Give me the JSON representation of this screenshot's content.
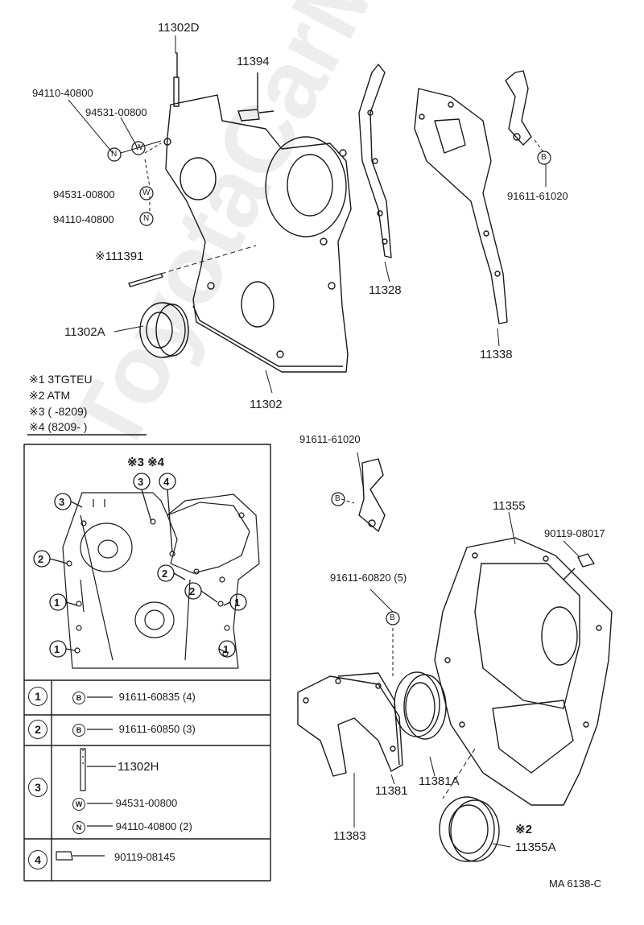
{
  "parts": {
    "p11302D": "11302D",
    "p11394": "11394",
    "p94110_top": "94110-40800",
    "p94531_top": "94531-00800",
    "p94531_mid": "94531-00800",
    "p94110_mid": "94110-40800",
    "p11391": "※111391",
    "p11302A": "11302A",
    "p11302": "11302",
    "p11328": "11328",
    "p11338": "11338",
    "p91611_top": "91611-61020",
    "p91611_mid": "91611-61020",
    "p11355": "11355",
    "p90119_08017": "90119-08017",
    "p91611_60820": "91611-60820 (5)",
    "p11381A": "11381A",
    "p11381": "11381",
    "p11383": "11383",
    "p11355A": "11355A",
    "p11355A_note": "※2"
  },
  "legend": {
    "l1": "※1 3TGTEU",
    "l2": "※2 ATM",
    "l3": "※3 (      -8209)",
    "l4": "※4 (8209-       )"
  },
  "inset": {
    "top_marks": "※3 ※4",
    "circle_labels": [
      "1",
      "2",
      "3",
      "4"
    ]
  },
  "table": {
    "rows": [
      {
        "num": "1",
        "badge": "B",
        "part": "91611-60835 (4)"
      },
      {
        "num": "2",
        "badge": "B",
        "part": "91611-60850 (3)"
      },
      {
        "num": "3",
        "items": [
          {
            "badge": "",
            "part": "11302H"
          },
          {
            "badge": "W",
            "part": "94531-00800"
          },
          {
            "badge": "N",
            "part": "94110-40800 (2)"
          }
        ]
      },
      {
        "num": "4",
        "badge": "",
        "part": "90119-08145"
      }
    ]
  },
  "footer_code": "MA 6138-C",
  "watermark": "ToyotaCarMine.ru",
  "badges": {
    "nut": "N",
    "washer": "W",
    "bolt": "B"
  }
}
